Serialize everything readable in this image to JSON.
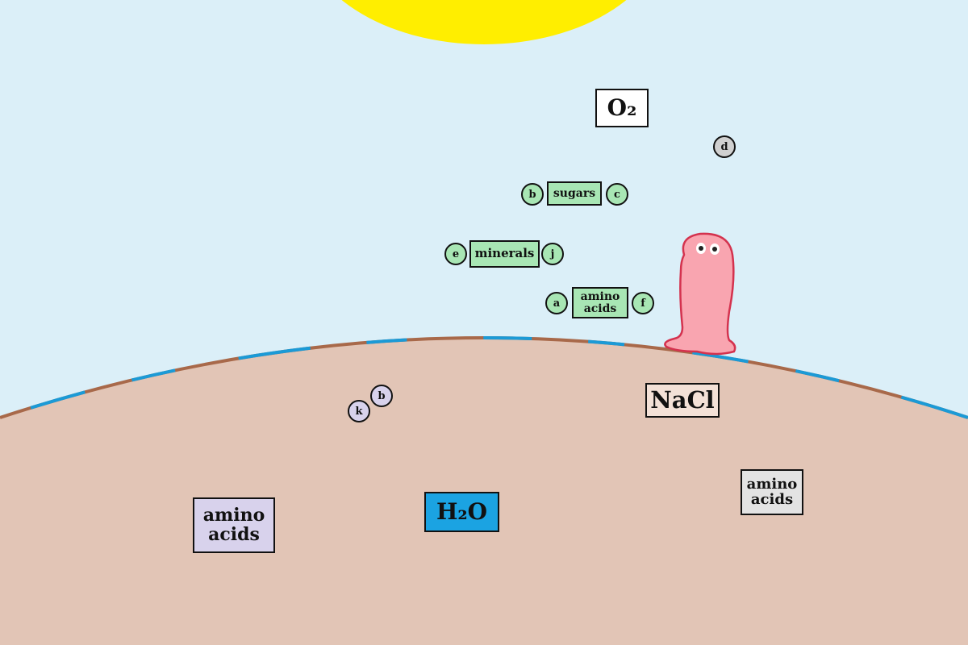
{
  "colors": {
    "sky": "#dbeff8",
    "sun": "#ffee00",
    "ground": "#e2c5b6",
    "ground_edge_brown": "#a8694a",
    "ground_edge_blue": "#1b9ad6",
    "creature_fill": "#f9a5b0",
    "creature_outline": "#d4324e",
    "green_label": "#a8e6b4",
    "lavender_label": "#d8d2ec",
    "grey_label": "#e3e3e3",
    "water_label": "#1ba3e2"
  },
  "sky_items": {
    "oxygen": "O₂",
    "sugars": "sugars",
    "minerals": "minerals",
    "amino_acids": "amino\nacids",
    "token_d": "d",
    "token_b": "b",
    "token_c": "c",
    "token_e": "e",
    "token_j": "j",
    "token_a": "a",
    "token_f": "f"
  },
  "ground_items": {
    "nacl": "NaCl",
    "water": "H₂O",
    "amino_left": "amino\nacids",
    "amino_right": "amino\nacids",
    "token_k": "k",
    "token_b": "b"
  },
  "icons": {
    "sun": "sun-icon",
    "creature": "pink-blob-creature-icon"
  }
}
